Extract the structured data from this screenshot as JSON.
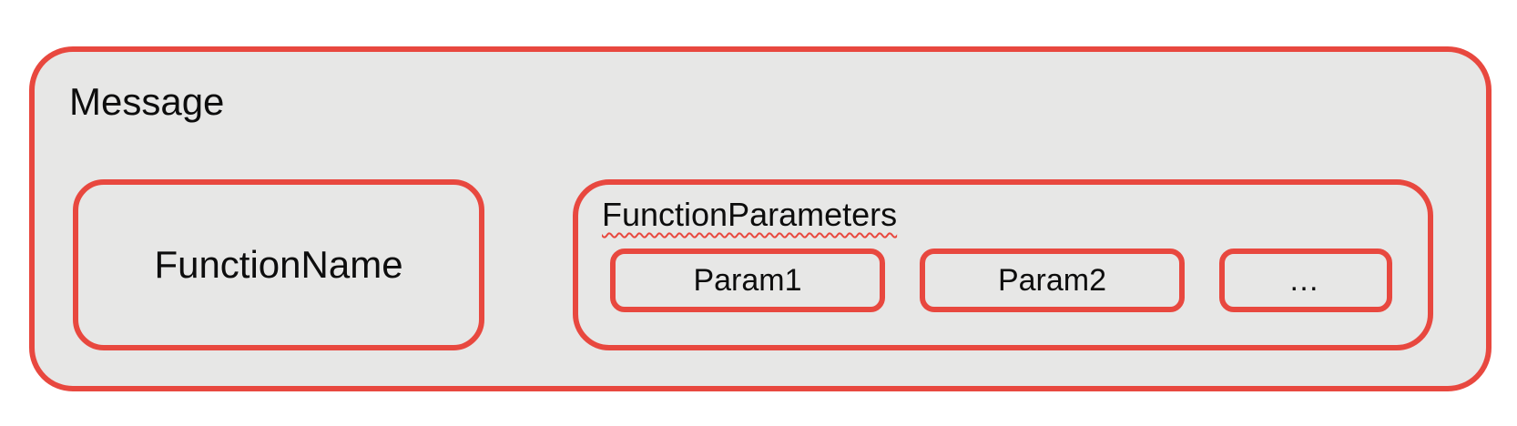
{
  "colors": {
    "accent_red": "#e8483f",
    "panel_gray": "#e7e7e6",
    "text_black": "#0d0d0d",
    "page_bg": "#ffffff"
  },
  "message": {
    "label": "Message"
  },
  "function_name": {
    "label": "FunctionName"
  },
  "function_parameters": {
    "label": "FunctionParameters",
    "params": [
      {
        "label": "Param1"
      },
      {
        "label": "Param2"
      },
      {
        "label": "…"
      }
    ]
  }
}
